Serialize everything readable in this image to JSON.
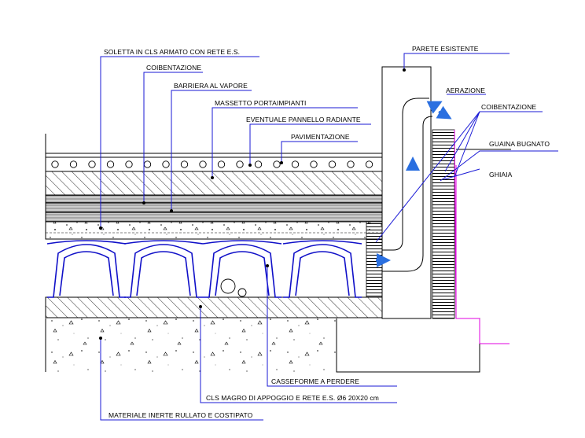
{
  "labels": {
    "soletta": "SOLETTA IN CLS ARMATO CON RETE E.S.",
    "coibentazione_1": "COIBENTAZIONE",
    "barriera": "BARRIERA AL VAPORE",
    "massetto": "MASSETTO PORTAIMPIANTI",
    "pannello": "EVENTUALE PANNELLO RADIANTE",
    "pavimentazione": "PAVIMENTAZIONE",
    "parete": "PARETE ESISTENTE",
    "aerazione": "AERAZIONE",
    "coibentazione_2": "COIBENTAZIONE",
    "guaina": "GUAINA BUGNATO",
    "ghiaia": "GHIAIA",
    "casseforme": "CASSEFORME A PERDERE",
    "cls_magro": "CLS MAGRO DI APPOGGIO E RETE E.S. Ø6 20X20 cm",
    "materiale_inerte": "MATERIALE INERTE RULLATO E COSTIPATO"
  },
  "colors": {
    "leader": "#1a1ad6",
    "formwork": "#1010c8",
    "arrow": "#2a6fe0",
    "magenta": "#e000e0",
    "line": "#000000"
  }
}
